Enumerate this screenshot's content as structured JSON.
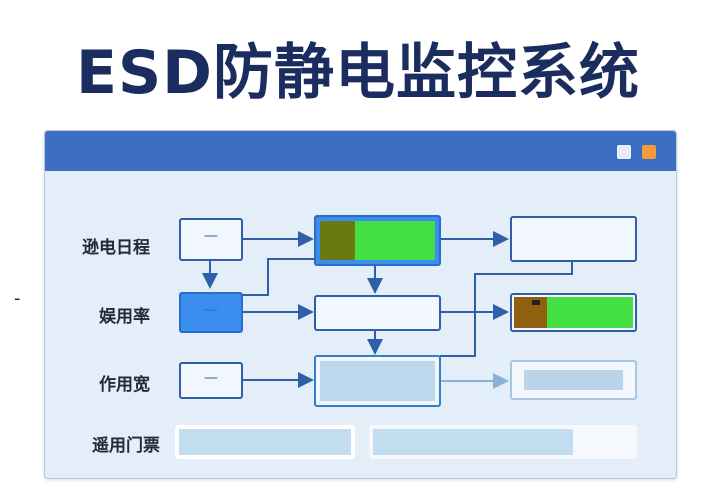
{
  "title": "ESD防静电监控系统",
  "stray_mark": "-",
  "window": {
    "colors": {
      "titlebar": "#3c6fc1",
      "accent_orange": "#f59a3e",
      "green": "#44e043",
      "olive": "#6b7a10",
      "brown": "#8e6010",
      "blue_fill": "#3a8ef0"
    }
  },
  "rows": [
    {
      "label": "逊电日程",
      "node_mark": "—"
    },
    {
      "label": "娱用率",
      "node_mark": "—"
    },
    {
      "label": "作用宽",
      "node_mark": "—"
    },
    {
      "label": "遥用门票"
    }
  ],
  "progress": {
    "bottom_right_fill": 0.77
  }
}
